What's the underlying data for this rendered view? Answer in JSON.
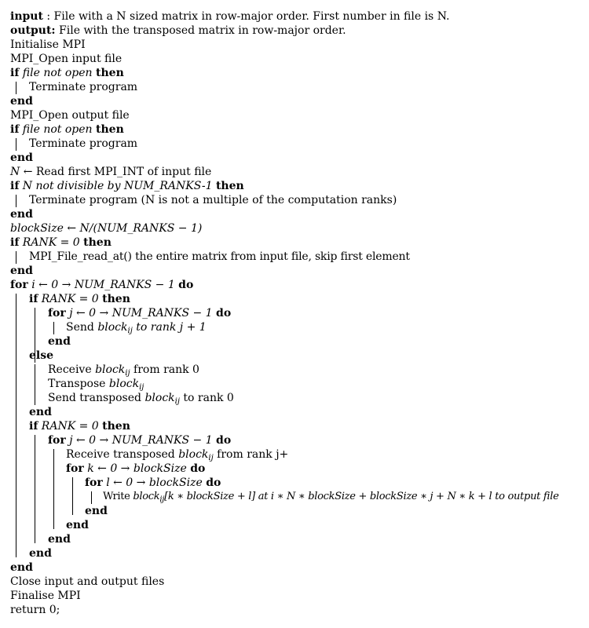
{
  "algorithm": {
    "input_kw": "input",
    "input_text": " : File with a N sized matrix in row-major order. First number in file is N.",
    "output_kw": "output:",
    "output_text": " File with the transposed matrix in row-major order.",
    "init_mpi": "Initialise MPI",
    "open_input": "MPI_Open input file",
    "kw_if": "if",
    "kw_then": "then",
    "kw_end": "end",
    "kw_for": "for",
    "kw_do": "do",
    "kw_else": "else",
    "file_not_open": "file not open",
    "terminate": "Terminate program",
    "open_output": "MPI_Open output file",
    "n_var": "N",
    "read_first": " ← Read first MPI_INT of input file",
    "n_not_divisible": "N not divisible by NUM_RANKS-1",
    "terminate_not_multiple": "Terminate program (N is not a multiple of the computation ranks)",
    "blocksize_assign_var": "blockSize",
    "blocksize_assign_expr": " ← N/(NUM_RANKS − 1)",
    "rank_eq_0": "RANK = 0",
    "file_read_at": "MPI_File_read_at() the entire matrix from input file, skip first element",
    "for_i_range": " i ← 0 → NUM_RANKS − 1 ",
    "for_j_range": " j ← 0 → NUM_RANKS − 1 ",
    "send_block_a": "Send ",
    "block": "block",
    "ij": "ij",
    "send_block_b": " to rank j + 1",
    "receive_block_a": "Receive ",
    "receive_block_b": " from rank 0",
    "transpose_a": "Transpose ",
    "send_transposed_a": "Send transposed ",
    "send_transposed_b": " to rank 0",
    "receive_transposed_a": "Receive transposed ",
    "receive_transposed_b": " from rank j+",
    "for_k_range": " k ← 0 → blockSize ",
    "for_l_range": " l ← 0 → blockSize ",
    "write_a": "Write ",
    "write_b": "[k ∗ blockSize + l] at i ∗ N ∗ blockSize + blockSize ∗ j + N ∗ k + l to output file",
    "close_files": "Close input and output files",
    "finalise_mpi": "Finalise MPI",
    "return_0": "return 0;"
  }
}
